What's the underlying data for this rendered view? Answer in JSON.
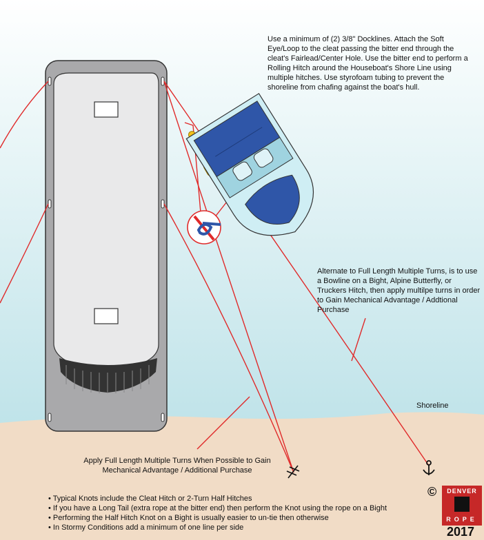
{
  "notes": {
    "top": "Use a minimum of (2) 3/8\" Docklines. Attach the Soft Eye/Loop to the cleat passing the bitter end through the cleat's Fairlead/Center Hole. Use the bitter end to perform a Rolling Hitch around the Houseboat's Shore Line using multiple hitches. Use styrofoam tubing to prevent the shoreline from chafing against the boat's hull.",
    "right": "Alternate to Full Length Multiple Turns, is to use a Bowline on a Bight, Alpine Butterfly, or Truckers Hitch, then apply multilpe turns in order to Gain Mechanical Advantage / Addtional Purchase",
    "bottom": "Apply Full Length Multiple Turns When Possible to Gain Mechanical Advantage / Additional Purchase"
  },
  "shoreline_label": "Shoreline",
  "bullets": [
    "Typical Knots include the Cleat Hitch or 2-Turn Half Hitches",
    "If you have a Long Tail (extra rope at the bitter end) then perform the Knot using the rope on a Bight",
    "Performing the Half Hitch Knot on a Bight is usually easier to un-tie then otherwise",
    "In Stormy Conditions add a minimum of one line per side"
  ],
  "logo": {
    "copyright": "©",
    "word_top": "DENVER",
    "word_bottom": "ROPE",
    "year": "2017"
  },
  "colors": {
    "water": "#c9e9ee",
    "sand": "#f1dcc6",
    "rope": "#e02a2a",
    "hull": "#a9a9ab",
    "deck": "#e9e9ea",
    "boat_blue": "#2f56a8",
    "float": "#f3c21b",
    "brand": "#c62828"
  }
}
